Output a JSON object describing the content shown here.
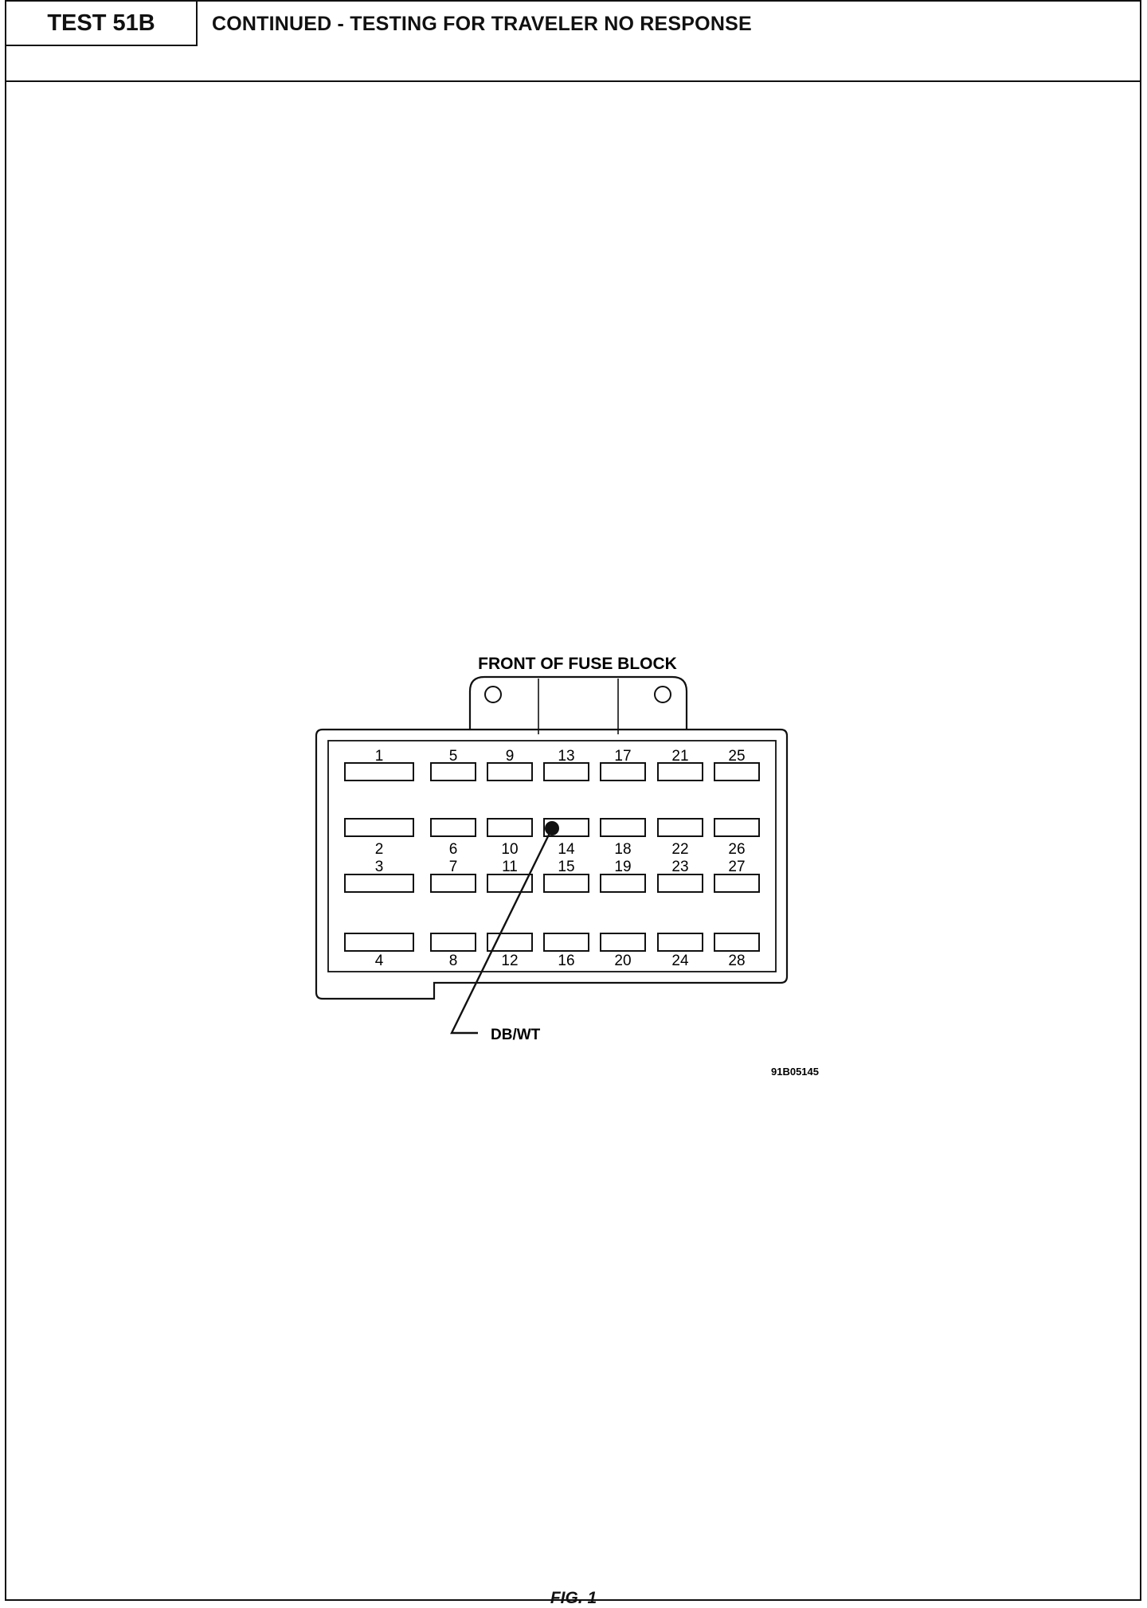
{
  "header": {
    "test_id": "TEST 51B",
    "title": "CONTINUED - TESTING FOR TRAVELER NO RESPONSE"
  },
  "diagram": {
    "heading": "FRONT OF FUSE BLOCK",
    "columns": [
      {
        "top": "1",
        "row2": "2",
        "row3": "3",
        "bottom": "4",
        "wide": true
      },
      {
        "top": "5",
        "row2": "6",
        "row3": "7",
        "bottom": "8"
      },
      {
        "top": "9",
        "row2": "10",
        "row3": "11",
        "bottom": "12"
      },
      {
        "top": "13",
        "row2": "14",
        "row3": "15",
        "bottom": "16"
      },
      {
        "top": "17",
        "row2": "18",
        "row3": "19",
        "bottom": "20"
      },
      {
        "top": "21",
        "row2": "22",
        "row3": "23",
        "bottom": "24"
      },
      {
        "top": "25",
        "row2": "26",
        "row3": "27",
        "bottom": "28"
      }
    ],
    "probed_cavity": "14",
    "wire_label": "DB/WT",
    "drawing_number": "91B05145"
  },
  "caption": "FIG. 1"
}
